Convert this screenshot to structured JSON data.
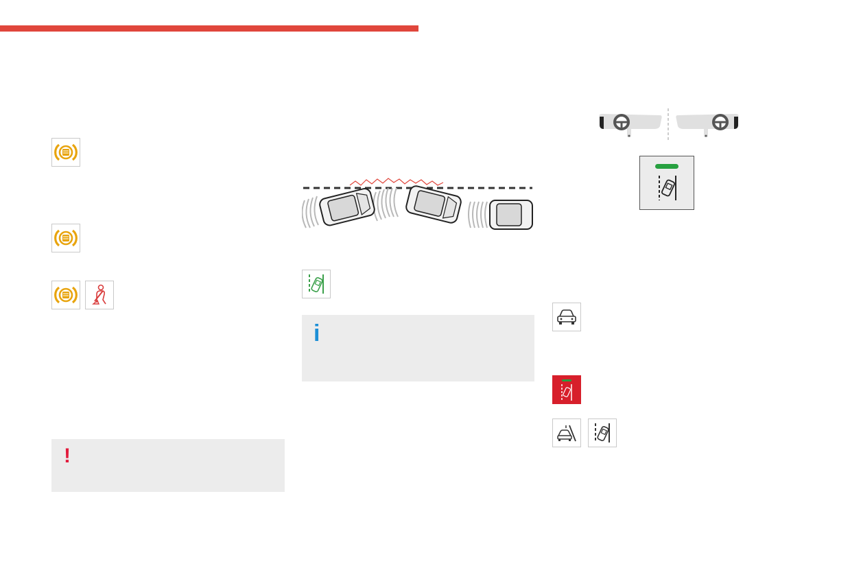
{
  "header": {
    "accent_color": "#e0463c"
  },
  "left_column": {
    "icons": [
      {
        "name": "speed-limit-recognition-icon",
        "color": "#e8a40e"
      },
      {
        "name": "speed-limit-recognition-icon",
        "color": "#e8a40e"
      },
      {
        "name": "speed-limit-recognition-icon",
        "color": "#e8a40e"
      },
      {
        "name": "seatbelt-warning-icon",
        "color": "#d93c3c"
      }
    ],
    "warning_note": {
      "glyph": "!",
      "glyph_color": "#e21b3c",
      "background": "#ececec"
    }
  },
  "middle_column": {
    "illustration": "lane-keeping-trajectory",
    "lane_assist_icon": {
      "name": "lane-assist-icon",
      "color": "#3aa04a"
    },
    "info_note": {
      "glyph": "i",
      "glyph_color": "#1d8fd6",
      "background": "#ececec"
    }
  },
  "right_column": {
    "steering_panels": [
      "left-hand-drive",
      "right-hand-drive"
    ],
    "display_indicator_color": "#27a040",
    "icons": [
      {
        "name": "car-front-icon",
        "color": "#333333"
      },
      {
        "name": "lane-assist-active-icon",
        "background": "#d71f2b"
      },
      {
        "name": "road-car-icon",
        "color": "#333333"
      },
      {
        "name": "lane-assist-icon",
        "color": "#333333"
      }
    ]
  }
}
